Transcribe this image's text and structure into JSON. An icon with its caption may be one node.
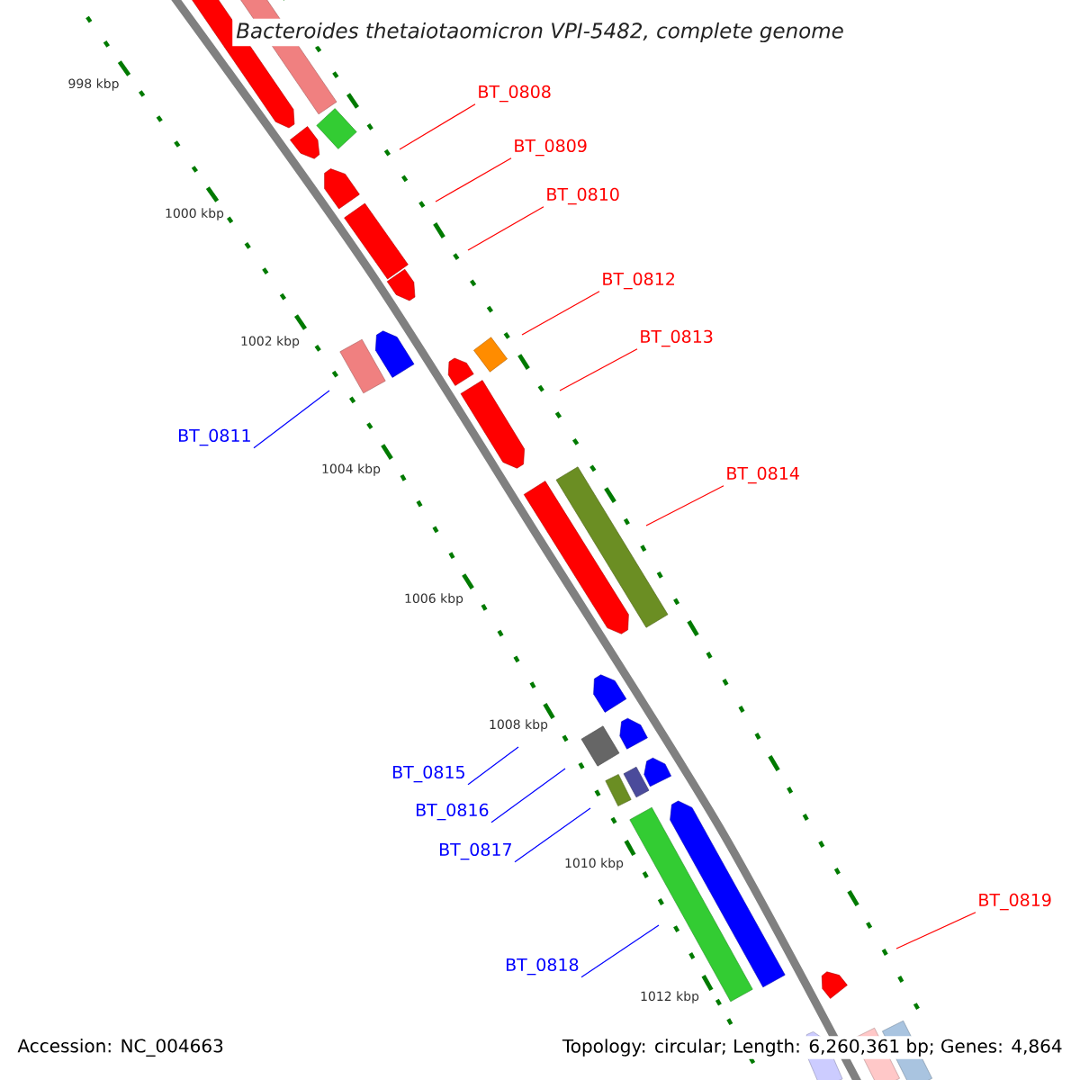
{
  "diagram": {
    "title": "Bacteroides thetaiotaomicron VPI-5482, complete genome",
    "nodes": [
      {
        "text": [
          "BT_0808"
        ]
      },
      {
        "text": [
          "BT_0809"
        ]
      },
      {
        "text": [
          "BT_0810"
        ]
      },
      {
        "text": [
          "BT_0812"
        ]
      },
      {
        "text": [
          "BT_0813"
        ]
      },
      {
        "text": [
          "BT_0814"
        ]
      },
      {
        "text": [
          "BT_0811"
        ]
      },
      {
        "text": [
          "BT_0815"
        ]
      },
      {
        "text": [
          "BT_0816"
        ]
      },
      {
        "text": [
          "BT_0817"
        ]
      },
      {
        "text": [
          "BT_0818"
        ]
      },
      {
        "text": [
          "BT_0819"
        ]
      }
    ],
    "edges": [
      {
        "from": 0,
        "to": null,
        "arrow": "none"
      },
      {
        "from": 1,
        "to": null,
        "arrow": "none"
      },
      {
        "from": 2,
        "to": null,
        "arrow": "none"
      },
      {
        "from": 3,
        "to": null,
        "arrow": "none"
      },
      {
        "from": 4,
        "to": null,
        "arrow": "none"
      },
      {
        "from": 5,
        "to": null,
        "arrow": "none"
      },
      {
        "from": 6,
        "to": null,
        "arrow": "none",
        "color": "#0000ff"
      },
      {
        "from": 7,
        "to": null,
        "arrow": "none",
        "color": "#0000ff"
      },
      {
        "from": 8,
        "to": null,
        "arrow": "none",
        "color": "#0000ff"
      },
      {
        "from": 9,
        "to": null,
        "arrow": "none",
        "color": "#0000ff"
      },
      {
        "from": 10,
        "to": null,
        "arrow": "none",
        "color": "#0000ff"
      },
      {
        "from": 11,
        "to": null,
        "arrow": "none"
      }
    ],
    "labels": [
      "998 kbp",
      "1000 kbp",
      "1002 kbp",
      "1004 kbp",
      "1006 kbp",
      "1008 kbp",
      "1010 kbp",
      "1012 kbp",
      "Accession: NC_004663",
      "Topology: circular; Length: 6,260,361 bp; Genes: 4,864"
    ]
  }
}
